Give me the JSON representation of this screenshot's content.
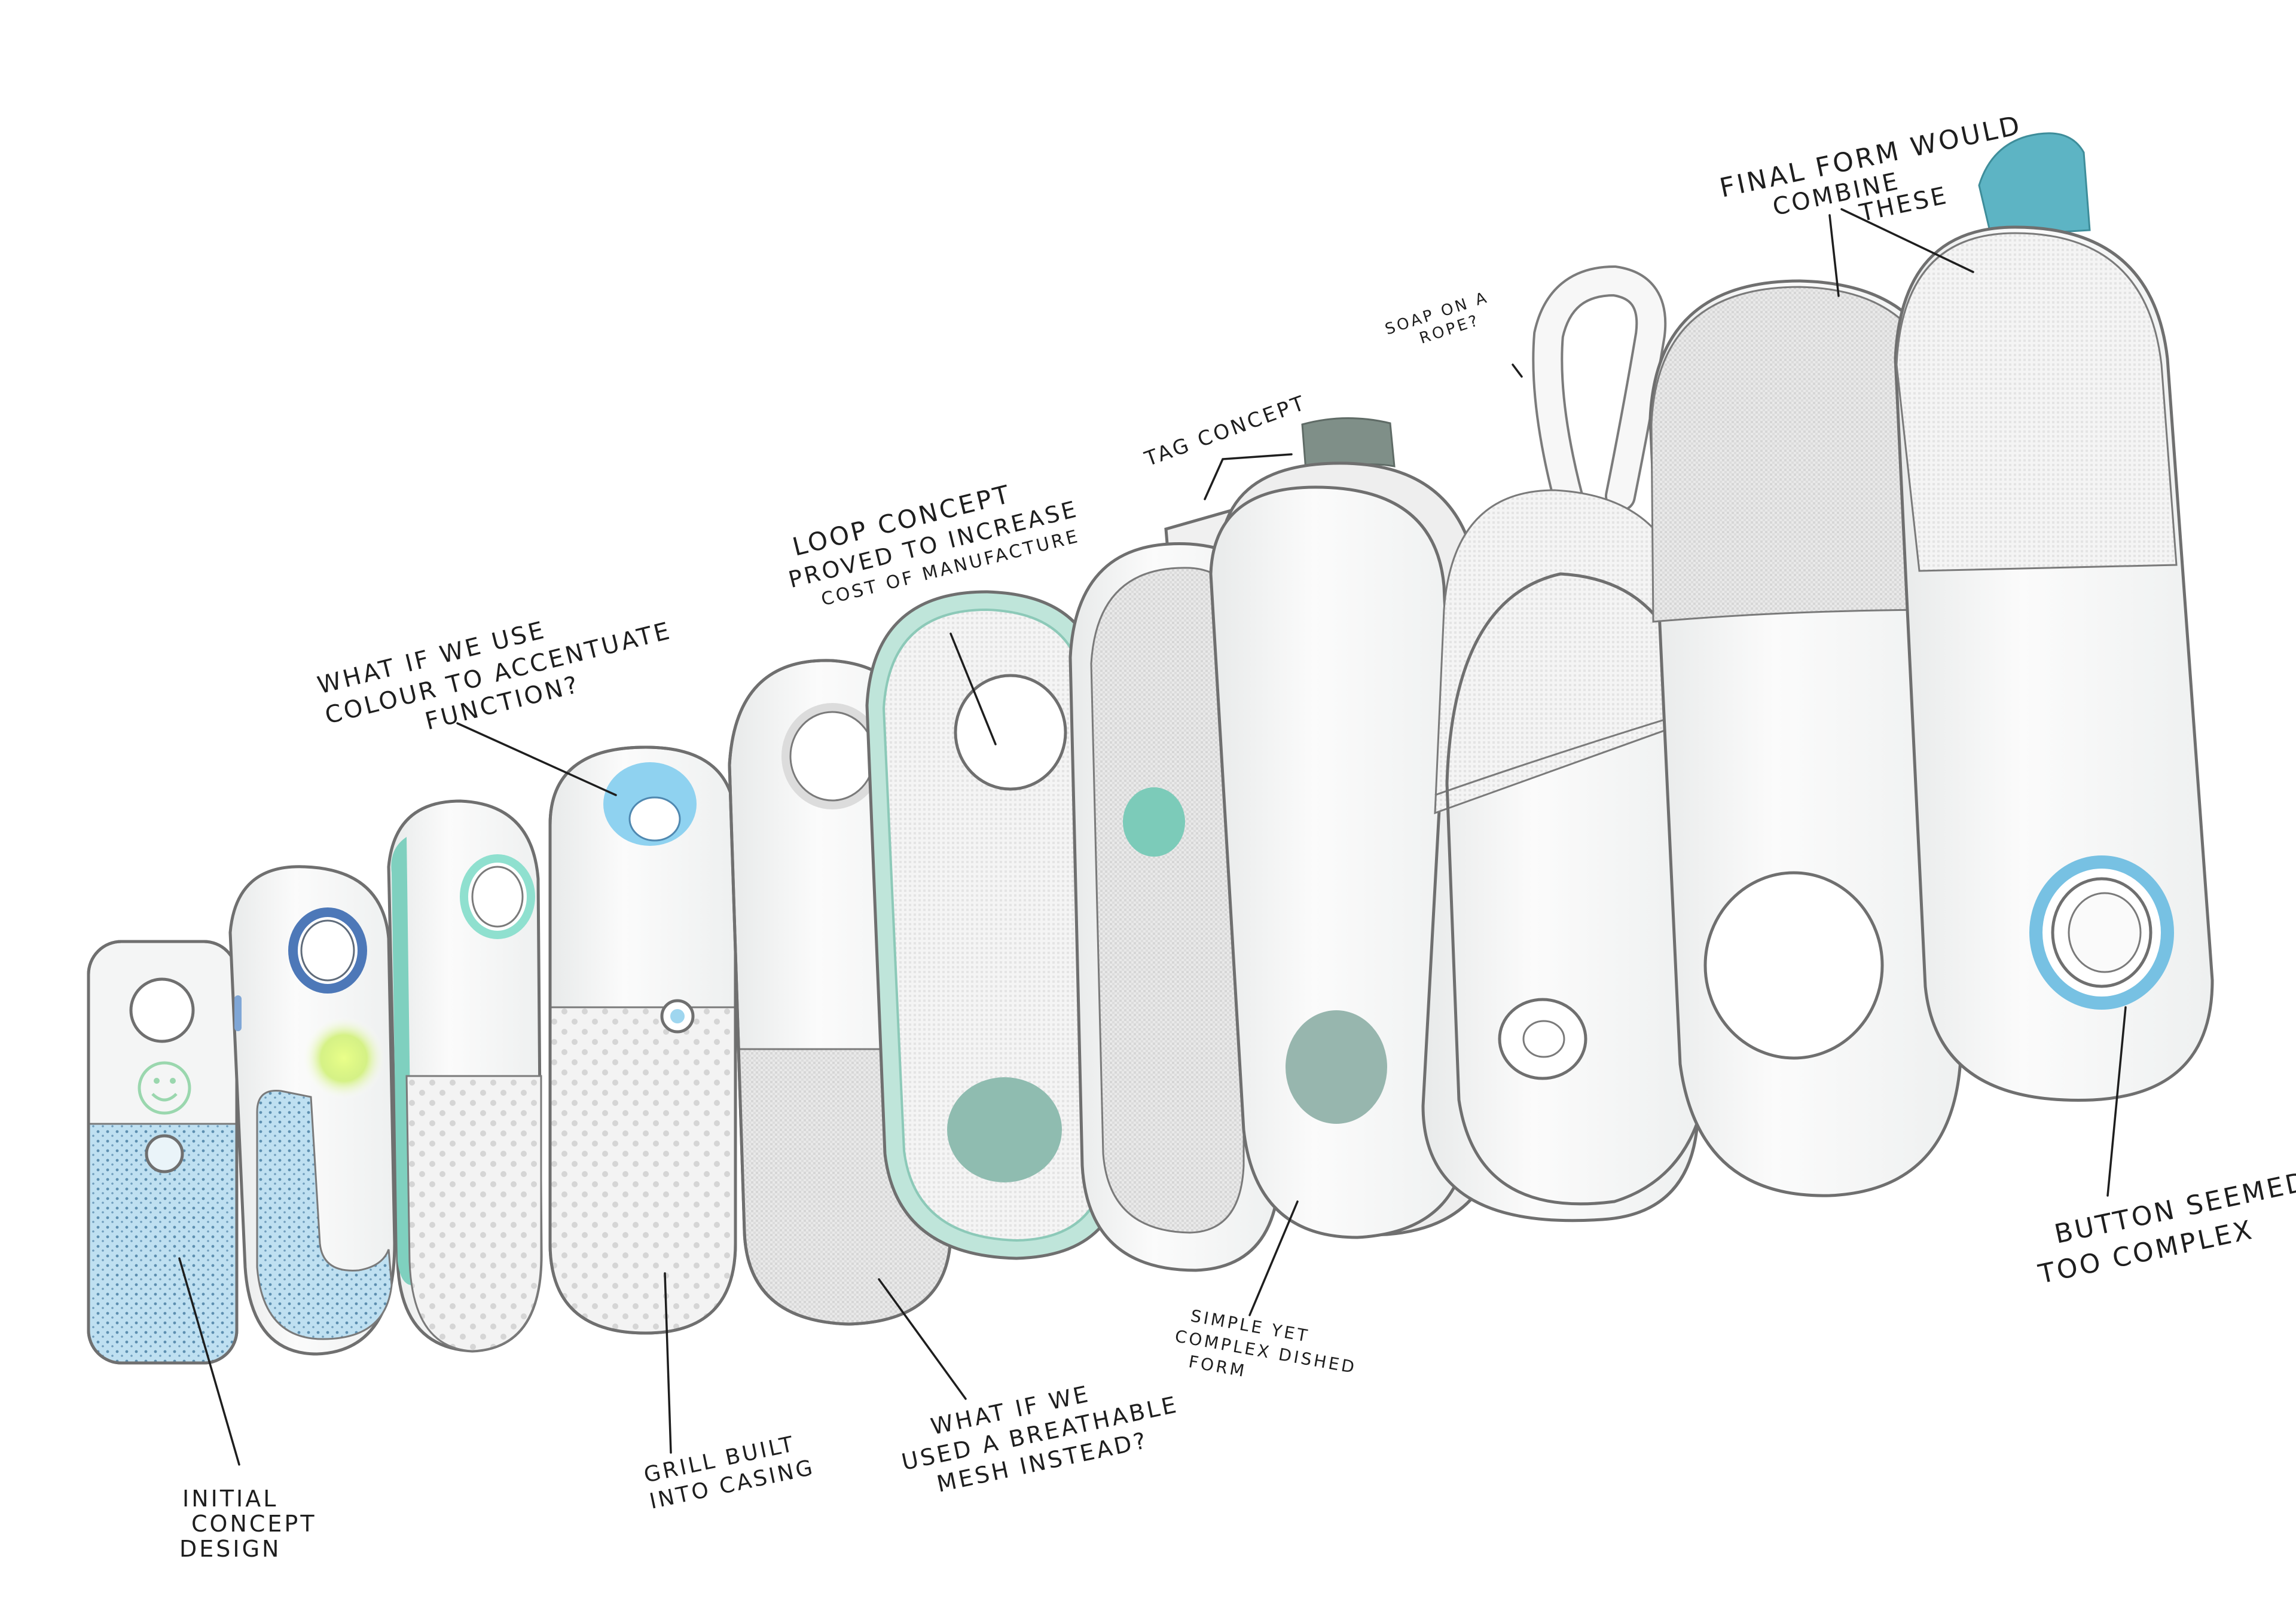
{
  "colors": {
    "paper": "#ffffff",
    "casing_white": "#f5f6f6",
    "outline_grey": "#6f6f6f",
    "dot_blue": "#a9d3ea",
    "accent_blue": "#7cc3ea",
    "accent_teal": "#8fd8c8",
    "sage_button": "#8fb9ae",
    "tag_grey": "#7f8f88",
    "strap_teal": "#5db4c4",
    "mesh_grey": "#d9d9d9",
    "glow_green": "#d7f57a"
  },
  "icons": [
    "smiley-face-icon"
  ],
  "annotations": {
    "initial_concept": [
      "Initial",
      "concept",
      "design"
    ],
    "colour_function": [
      "What if we use",
      "colour to accentuate",
      "function?"
    ],
    "grill": [
      "Grill built",
      "into casing"
    ],
    "loop_concept": [
      "Loop concept",
      "proved to increase",
      "cost of manufacture"
    ],
    "breathable_mesh": [
      "What if we",
      "used a breathable",
      "mesh instead?"
    ],
    "tag_concept": [
      "Tag concept"
    ],
    "soap_rope": [
      "Soap on a",
      "rope?"
    ],
    "dished_form": [
      "Simple yet",
      "complex dished",
      "form"
    ],
    "final_form": [
      "Final form would",
      "combine",
      "these"
    ],
    "button_complex": [
      "Button seemed",
      "too complex"
    ]
  }
}
